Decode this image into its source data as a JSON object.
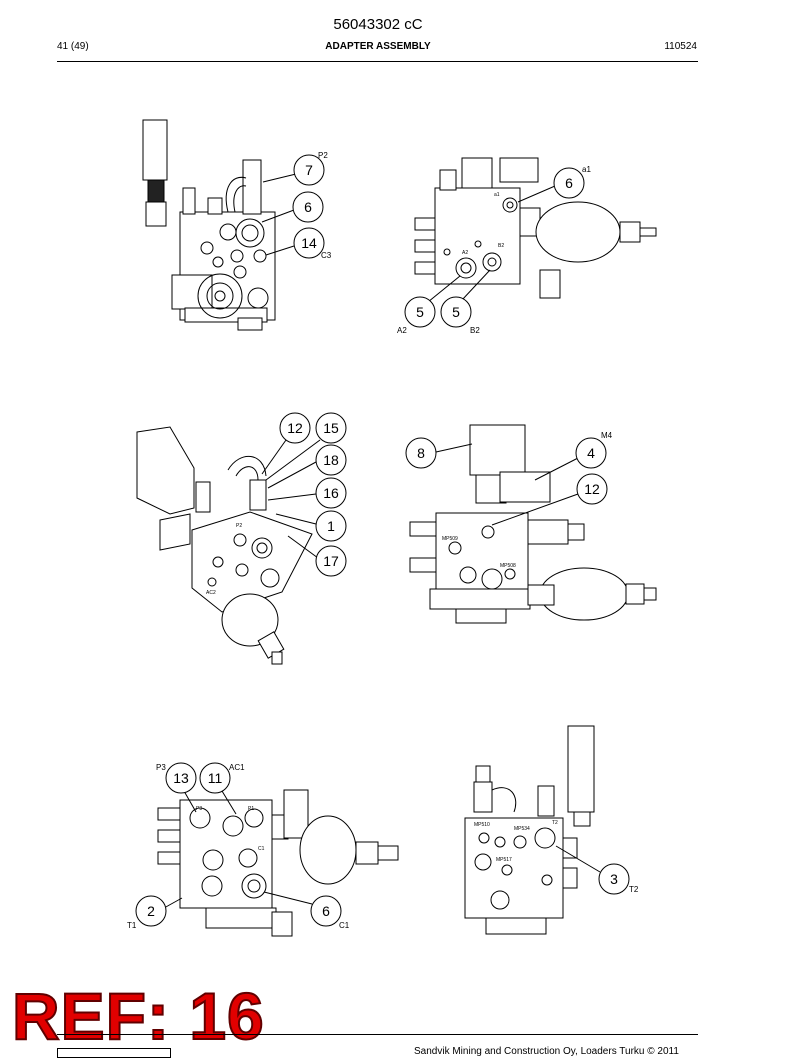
{
  "header": {
    "doc_number": "56043302 cC",
    "page": "41 (49)",
    "title": "ADAPTER ASSEMBLY",
    "date": "110524"
  },
  "views": {
    "v1": {
      "labels": {
        "p2": "P2",
        "c3": "C3"
      },
      "callouts": [
        "7",
        "6",
        "14"
      ]
    },
    "v2": {
      "labels": {
        "a1": "a1",
        "a2": "A2",
        "b2": "B2",
        "port_a1": "a1",
        "port_a2": "A2",
        "port_b2": "B2"
      },
      "callouts": [
        "6",
        "5",
        "5"
      ]
    },
    "v3": {
      "labels": {
        "p2": "P2",
        "ac2": "AC2"
      },
      "callouts": [
        "12",
        "15",
        "18",
        "16",
        "1",
        "17"
      ]
    },
    "v4": {
      "labels": {
        "m4": "M4",
        "mp509": "MP509",
        "mp508": "MP508"
      },
      "callouts": [
        "8",
        "4",
        "12"
      ]
    },
    "v5": {
      "labels": {
        "p3": "P3",
        "ac1": "AC1",
        "t1": "T1",
        "c1": "C1",
        "port_p3": "P3",
        "port_p1": "P1",
        "port_c1": "C1"
      },
      "callouts": [
        "13",
        "11",
        "2",
        "6"
      ]
    },
    "v6": {
      "labels": {
        "t2": "T2",
        "mp510": "MP510",
        "mp534": "MP534",
        "mp517": "MP517",
        "port_t2": "T2"
      },
      "callouts": [
        "3"
      ]
    }
  },
  "ref_stamp": "REF: 16",
  "footer": {
    "copyright": "Sandvik Mining and Construction Oy, Loaders Turku © 2011"
  }
}
